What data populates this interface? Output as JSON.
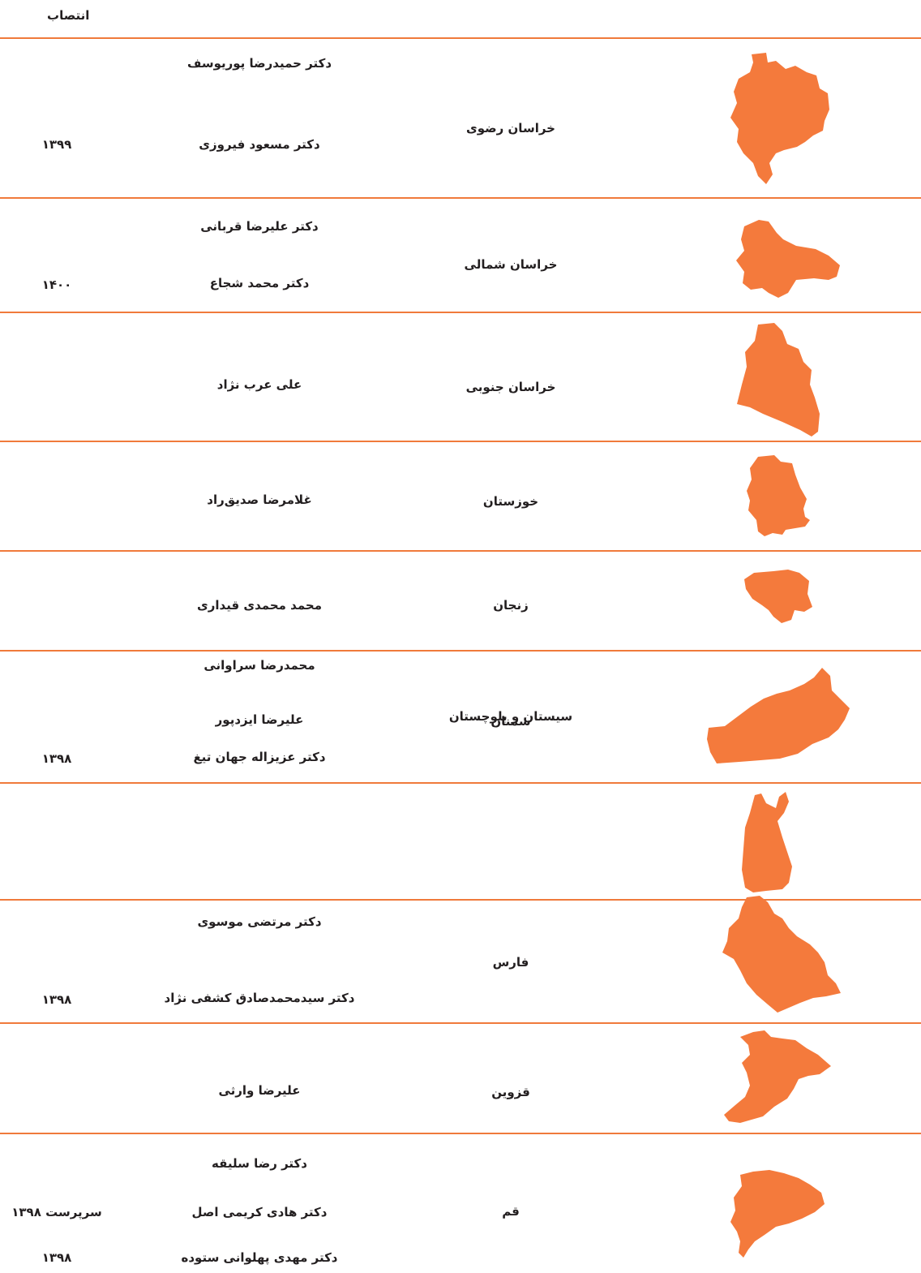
{
  "header": {
    "appointment_label": "انتصاب"
  },
  "colors": {
    "accent": "#f07a3b",
    "map_fill": "#f47a3c"
  },
  "rows": [
    {
      "province": "خراسان رضوی",
      "people": [
        "دکتر حمیدرضا پوریوسف",
        "دکتر مسعود فیروزی"
      ],
      "appointments": [
        "",
        "۱۳۹۹"
      ]
    },
    {
      "province": "خراسان شمالی",
      "people": [
        "دکتر علیرضا قربانی",
        "دکتر محمد شجاع"
      ],
      "appointments": [
        "",
        "۱۴۰۰"
      ]
    },
    {
      "province": "خراسان جنوبی",
      "people": [
        "علی عرب نژاد"
      ],
      "appointments": [
        ""
      ]
    },
    {
      "province": "خوزستان",
      "people": [
        "غلامرضا صدیق‌راد"
      ],
      "appointments": [
        ""
      ]
    },
    {
      "province": "زنجان",
      "people": [
        "محمد محمدی قیداری"
      ],
      "appointments": [
        ""
      ]
    },
    {
      "province": "سمنان",
      "people": [
        "علیرضا ایزدپور"
      ],
      "appointments": [
        ""
      ]
    },
    {
      "province": "سیستان و بلوچستان",
      "people": [
        "محمدرضا سراوانی",
        "دکتر عزیزاله جهان تیغ"
      ],
      "appointments": [
        "",
        "۱۳۹۸"
      ]
    },
    {
      "province": "فارس",
      "people": [
        "دکتر مرتضی موسوی",
        "دکتر سیدمحمدصادق کشفی نژاد"
      ],
      "appointments": [
        "",
        "۱۳۹۸"
      ]
    },
    {
      "province": "قزوین",
      "people": [
        "علیرضا وارثی"
      ],
      "appointments": [
        ""
      ]
    },
    {
      "province": "قم",
      "people": [
        "دکتر رضا سلیقه",
        "دکتر هادی کریمی اصل",
        "دکتر مهدی پهلوانی ستوده"
      ],
      "appointments": [
        "",
        "سرپرست ۱۳۹۸",
        "۱۳۹۸"
      ]
    }
  ]
}
